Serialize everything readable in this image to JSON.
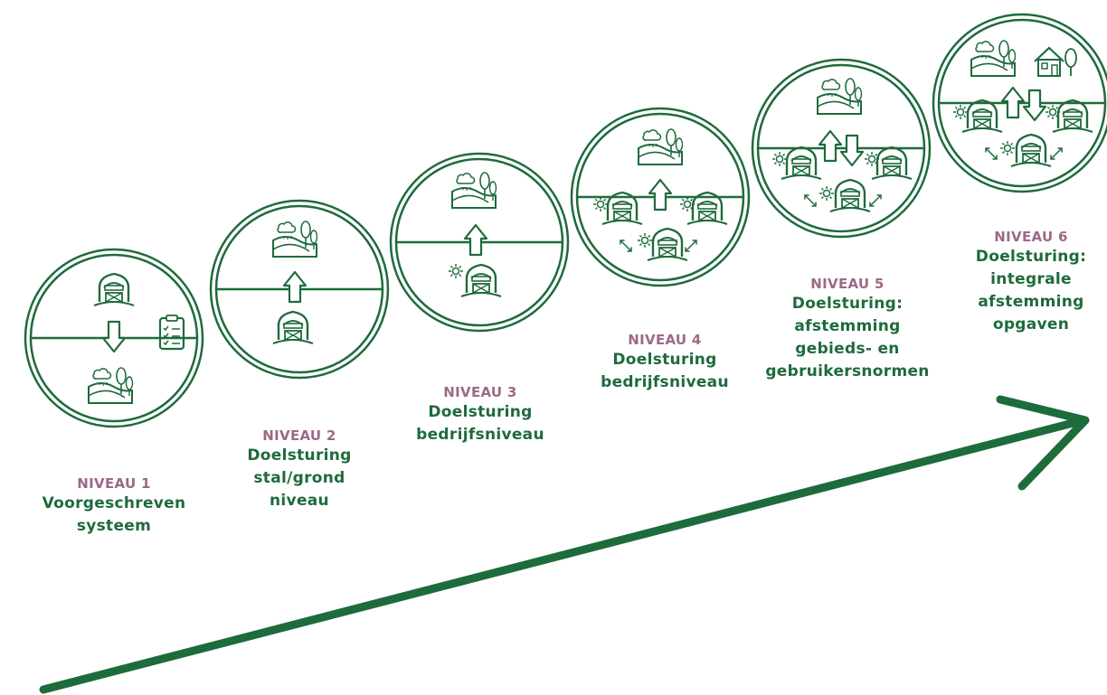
{
  "colors": {
    "green": "#1e6b3c",
    "mauve": "#9c6a86",
    "background": "#ffffff"
  },
  "levels": [
    {
      "number": "NIVEAU 1",
      "title_lines": [
        "Voorgeschreven",
        "systeem"
      ]
    },
    {
      "number": "NIVEAU 2",
      "title_lines": [
        "Doelsturing",
        "stal/grond",
        "niveau"
      ]
    },
    {
      "number": "NIVEAU 3",
      "title_lines": [
        "Doelsturing",
        "bedrijfsniveau"
      ]
    },
    {
      "number": "NIVEAU 4",
      "title_lines": [
        "Doelsturing",
        "bedrijfsniveau"
      ]
    },
    {
      "number": "NIVEAU 5",
      "title_lines": [
        "Doelsturing:",
        "afstemming",
        "gebieds- en",
        "gebruikersnormen"
      ]
    },
    {
      "number": "NIVEAU 6",
      "title_lines": [
        "Doelsturing:",
        "integrale",
        "afstemming",
        "opgaven"
      ]
    }
  ],
  "icons": {
    "level_1": [
      "barn-icon",
      "arrow-down-icon",
      "landscape-icon",
      "checklist-icon"
    ],
    "level_2": [
      "landscape-icon",
      "arrow-up-icon",
      "barn-icon"
    ],
    "level_3": [
      "landscape-icon",
      "arrow-up-icon",
      "barn-sun-icon"
    ],
    "level_4": [
      "landscape-icon",
      "arrow-up-icon",
      "barn-sun-icon",
      "exchange-arrows-icon"
    ],
    "level_5": [
      "landscape-icon",
      "arrow-up-down-icon",
      "barn-sun-icon",
      "exchange-arrows-icon"
    ],
    "level_6": [
      "landscape-icon",
      "house-icon",
      "arrow-up-down-icon",
      "barn-sun-icon",
      "exchange-arrows-icon"
    ]
  }
}
